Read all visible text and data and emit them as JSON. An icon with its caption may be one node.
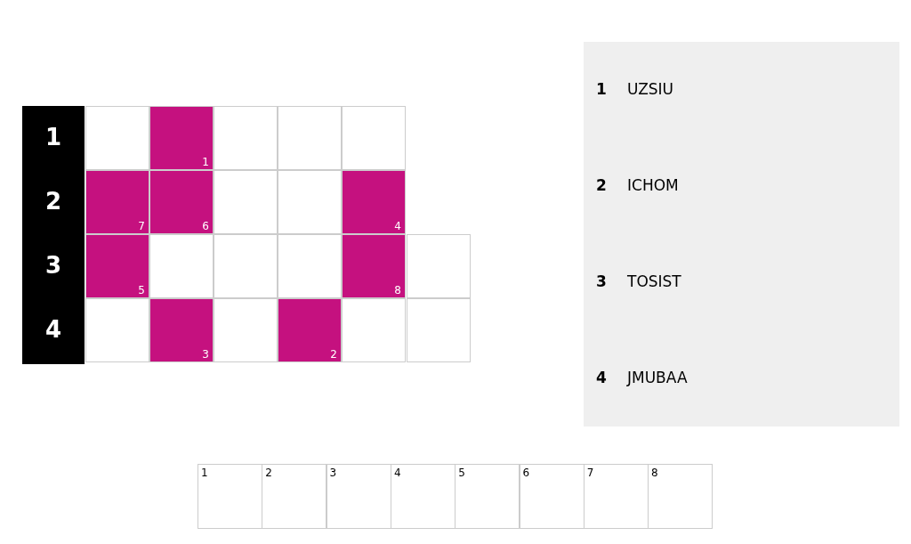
{
  "diagram": {
    "nodes": [
      {
        "text": [],
        "shape": "box"
      },
      {
        "text": [],
        "shape": "box"
      },
      {
        "text": [],
        "shape": "box"
      },
      {
        "text": [],
        "shape": "box"
      },
      {
        "text": [],
        "shape": "box"
      },
      {
        "text": [],
        "shape": "box"
      },
      {
        "text": [],
        "shape": "box"
      },
      {
        "text": [],
        "shape": "box"
      },
      {
        "text": [],
        "shape": "box"
      },
      {
        "text": [],
        "shape": "box"
      },
      {
        "text": [],
        "shape": "box"
      },
      {
        "text": [],
        "shape": "box"
      },
      {
        "text": [],
        "shape": "box"
      },
      {
        "text": [],
        "shape": "box"
      }
    ],
    "labels": [
      "1",
      "1",
      "2",
      "7",
      "6",
      "4",
      "3",
      "5",
      "8",
      "4",
      "3",
      "2",
      "1",
      "UZSIU",
      "2",
      "ICHOM",
      "3",
      "TOSIST",
      "4",
      "JMUBAA",
      "1",
      "2",
      "3",
      "4",
      "5",
      "6",
      "7",
      "8"
    ]
  }
}
